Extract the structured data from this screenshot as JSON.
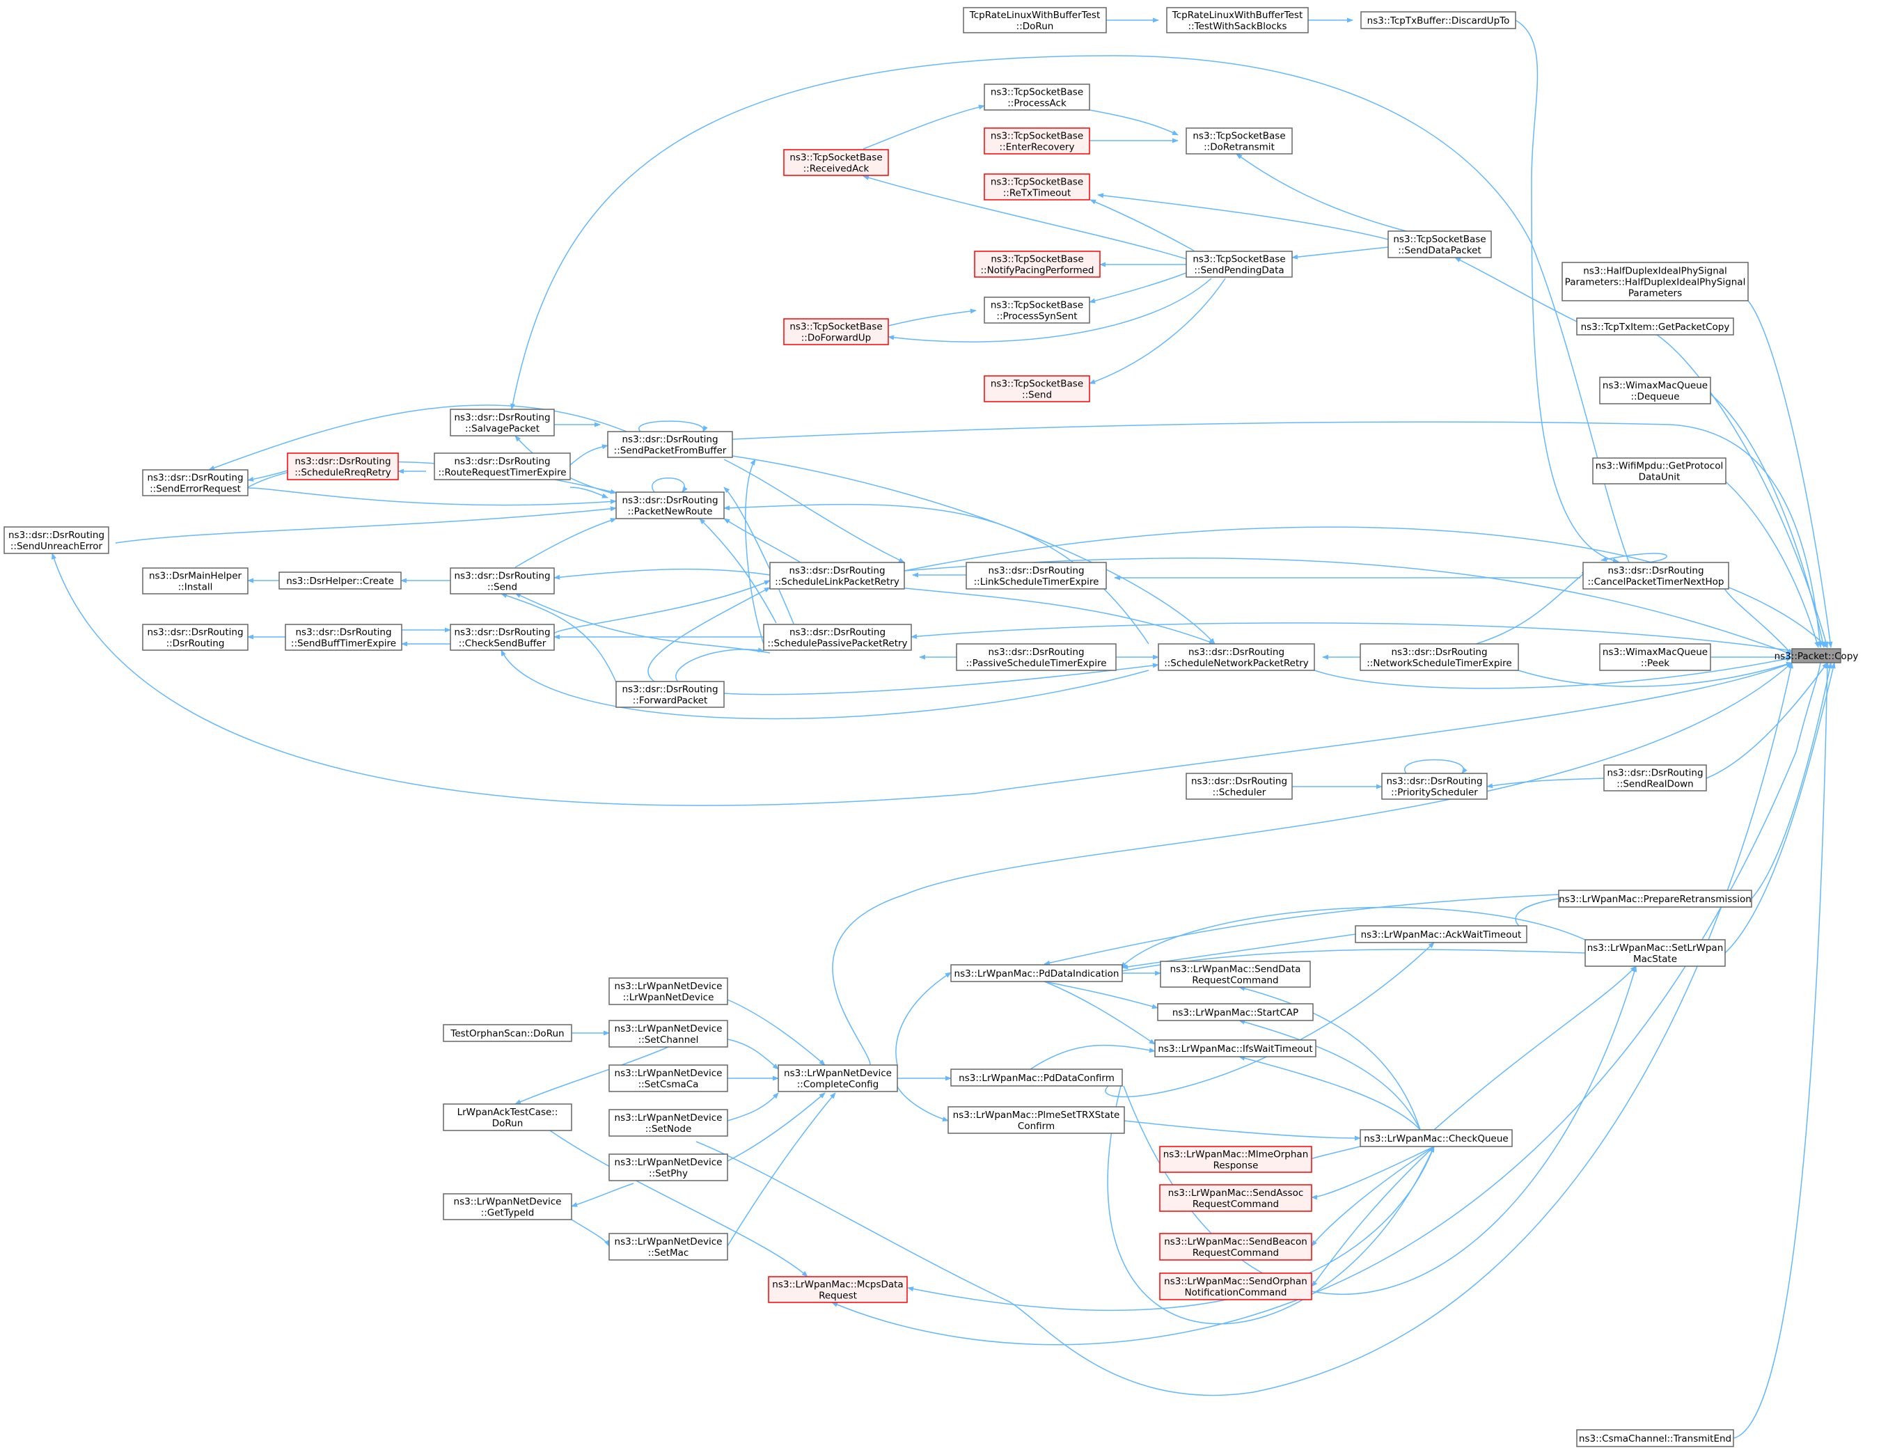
{
  "colors": {
    "edge": "#63b8ff",
    "node_border": "#666666",
    "highlight_border": "#ff0000",
    "highlight_fill": "#fff0f0",
    "root_fill": "#999999"
  },
  "nodes": [
    {
      "id": "copy",
      "lines": [
        "ns3::Packet::Copy"
      ],
      "style": "root"
    },
    {
      "id": "tcplinux_dorun",
      "lines": [
        "TcpRateLinuxWithBufferTest",
        "::DoRun"
      ],
      "style": "normal"
    },
    {
      "id": "tcplinux_sack",
      "lines": [
        "TcpRateLinuxWithBufferTest",
        "::TestWithSackBlocks"
      ],
      "style": "normal"
    },
    {
      "id": "txbuffer_discard",
      "lines": [
        "ns3::TcpTxBuffer::DiscardUpTo"
      ],
      "style": "normal"
    },
    {
      "id": "processack",
      "lines": [
        "ns3::TcpSocketBase",
        "::ProcessAck"
      ],
      "style": "normal"
    },
    {
      "id": "receivedack",
      "lines": [
        "ns3::TcpSocketBase",
        "::ReceivedAck"
      ],
      "style": "red"
    },
    {
      "id": "enterrecovery",
      "lines": [
        "ns3::TcpSocketBase",
        "::EnterRecovery"
      ],
      "style": "red"
    },
    {
      "id": "doretransmit",
      "lines": [
        "ns3::TcpSocketBase",
        "::DoRetransmit"
      ],
      "style": "normal"
    },
    {
      "id": "retxtimeout",
      "lines": [
        "ns3::TcpSocketBase",
        "::ReTxTimeout"
      ],
      "style": "red"
    },
    {
      "id": "senddatapacket",
      "lines": [
        "ns3::TcpSocketBase",
        "::SendDataPacket"
      ],
      "style": "normal"
    },
    {
      "id": "notifypacing",
      "lines": [
        "ns3::TcpSocketBase",
        "::NotifyPacingPerformed"
      ],
      "style": "red"
    },
    {
      "id": "sendpendingdata",
      "lines": [
        "ns3::TcpSocketBase",
        "::SendPendingData"
      ],
      "style": "normal"
    },
    {
      "id": "halfduplex",
      "lines": [
        "ns3::HalfDuplexIdealPhySignal",
        "Parameters::HalfDuplexIdealPhySignal",
        "Parameters"
      ],
      "style": "normal"
    },
    {
      "id": "doforwardup",
      "lines": [
        "ns3::TcpSocketBase",
        "::DoForwardUp"
      ],
      "style": "red"
    },
    {
      "id": "processsynsent",
      "lines": [
        "ns3::TcpSocketBase",
        "::ProcessSynSent"
      ],
      "style": "normal"
    },
    {
      "id": "tcptxitem",
      "lines": [
        "ns3::TcpTxItem::GetPacketCopy"
      ],
      "style": "normal"
    },
    {
      "id": "tcpsend",
      "lines": [
        "ns3::TcpSocketBase",
        "::Send"
      ],
      "style": "red"
    },
    {
      "id": "wimaxdequeue",
      "lines": [
        "ns3::WimaxMacQueue",
        "::Dequeue"
      ],
      "style": "normal"
    },
    {
      "id": "salvagepacket",
      "lines": [
        "ns3::dsr::DsrRouting",
        "::SalvagePacket"
      ],
      "style": "normal"
    },
    {
      "id": "sendpacketfrombuffer",
      "lines": [
        "ns3::dsr::DsrRouting",
        "::SendPacketFromBuffer"
      ],
      "style": "normal"
    },
    {
      "id": "wifimpdu",
      "lines": [
        "ns3::WifiMpdu::GetProtocol",
        "DataUnit"
      ],
      "style": "normal"
    },
    {
      "id": "senderrorrequest",
      "lines": [
        "ns3::dsr::DsrRouting",
        "::SendErrorRequest"
      ],
      "style": "normal"
    },
    {
      "id": "schedulereqretry",
      "lines": [
        "ns3::dsr::DsrRouting",
        "::ScheduleRreqRetry"
      ],
      "style": "red"
    },
    {
      "id": "routerequesttimer",
      "lines": [
        "ns3::dsr::DsrRouting",
        "::RouteRequestTimerExpire"
      ],
      "style": "normal"
    },
    {
      "id": "packetnewroute",
      "lines": [
        "ns3::dsr::DsrRouting",
        "::PacketNewRoute"
      ],
      "style": "normal"
    },
    {
      "id": "sendunreacherror",
      "lines": [
        "ns3::dsr::DsrRouting",
        "::SendUnreachError"
      ],
      "style": "normal"
    },
    {
      "id": "cancelpackettimer",
      "lines": [
        "ns3::dsr::DsrRouting",
        "::CancelPacketTimerNextHop"
      ],
      "style": "normal"
    },
    {
      "id": "dsrmainhelper",
      "lines": [
        "ns3::DsrMainHelper",
        "::Install"
      ],
      "style": "normal"
    },
    {
      "id": "dsrhelpercreate",
      "lines": [
        "ns3::DsrHelper::Create"
      ],
      "style": "normal"
    },
    {
      "id": "dsrsend",
      "lines": [
        "ns3::dsr::DsrRouting",
        "::Send"
      ],
      "style": "normal"
    },
    {
      "id": "schedulelinkpacket",
      "lines": [
        "ns3::dsr::DsrRouting",
        "::ScheduleLinkPacketRetry"
      ],
      "style": "normal"
    },
    {
      "id": "linkscheduletimer",
      "lines": [
        "ns3::dsr::DsrRouting",
        "::LinkScheduleTimerExpire"
      ],
      "style": "normal"
    },
    {
      "id": "dsrctor",
      "lines": [
        "ns3::dsr::DsrRouting",
        "::DsrRouting"
      ],
      "style": "normal"
    },
    {
      "id": "sendbufftimer",
      "lines": [
        "ns3::dsr::DsrRouting",
        "::SendBuffTimerExpire"
      ],
      "style": "normal"
    },
    {
      "id": "checksendbuffer",
      "lines": [
        "ns3::dsr::DsrRouting",
        "::CheckSendBuffer"
      ],
      "style": "normal"
    },
    {
      "id": "schedulepassive",
      "lines": [
        "ns3::dsr::DsrRouting",
        "::SchedulePassivePacketRetry"
      ],
      "style": "normal"
    },
    {
      "id": "schedulenetwork",
      "lines": [
        "ns3::dsr::DsrRouting",
        "::ScheduleNetworkPacketRetry"
      ],
      "style": "normal"
    },
    {
      "id": "networkscheduletimer",
      "lines": [
        "ns3::dsr::DsrRouting",
        "::NetworkScheduleTimerExpire"
      ],
      "style": "normal"
    },
    {
      "id": "wimaxpeek",
      "lines": [
        "ns3::WimaxMacQueue",
        "::Peek"
      ],
      "style": "normal"
    },
    {
      "id": "passivescheduletimer",
      "lines": [
        "ns3::dsr::DsrRouting",
        "::PassiveScheduleTimerExpire"
      ],
      "style": "normal"
    },
    {
      "id": "forwardpacket",
      "lines": [
        "ns3::dsr::DsrRouting",
        "::ForwardPacket"
      ],
      "style": "normal"
    },
    {
      "id": "scheduler",
      "lines": [
        "ns3::dsr::DsrRouting",
        "::Scheduler"
      ],
      "style": "normal"
    },
    {
      "id": "priorityscheduler",
      "lines": [
        "ns3::dsr::DsrRouting",
        "::PriorityScheduler"
      ],
      "style": "normal"
    },
    {
      "id": "sendrealdown",
      "lines": [
        "ns3::dsr::DsrRouting",
        "::SendRealDown"
      ],
      "style": "normal"
    },
    {
      "id": "prepareretransmission",
      "lines": [
        "ns3::LrWpanMac::PrepareRetransmission"
      ],
      "style": "normal"
    },
    {
      "id": "ackwaittimeout",
      "lines": [
        "ns3::LrWpanMac::AckWaitTimeout"
      ],
      "style": "normal"
    },
    {
      "id": "setlrwpanmacstate",
      "lines": [
        "ns3::LrWpanMac::SetLrWpan",
        "MacState"
      ],
      "style": "normal"
    },
    {
      "id": "pddataindication",
      "lines": [
        "ns3::LrWpanMac::PdDataIndication"
      ],
      "style": "normal"
    },
    {
      "id": "senddatarequestcmd",
      "lines": [
        "ns3::LrWpanMac::SendData",
        "RequestCommand"
      ],
      "style": "normal"
    },
    {
      "id": "lrnd_ctor",
      "lines": [
        "ns3::LrWpanNetDevice",
        "::LrWpanNetDevice"
      ],
      "style": "normal"
    },
    {
      "id": "startcap",
      "lines": [
        "ns3::LrWpanMac::StartCAP"
      ],
      "style": "normal"
    },
    {
      "id": "testorphan",
      "lines": [
        "TestOrphanScan::DoRun"
      ],
      "style": "normal"
    },
    {
      "id": "setchannel",
      "lines": [
        "ns3::LrWpanNetDevice",
        "::SetChannel"
      ],
      "style": "normal"
    },
    {
      "id": "ifswaittimeout",
      "lines": [
        "ns3::LrWpanMac::IfsWaitTimeout"
      ],
      "style": "normal"
    },
    {
      "id": "setcsmaca",
      "lines": [
        "ns3::LrWpanNetDevice",
        "::SetCsmaCa"
      ],
      "style": "normal"
    },
    {
      "id": "completeconfig",
      "lines": [
        "ns3::LrWpanNetDevice",
        "::CompleteConfig"
      ],
      "style": "normal"
    },
    {
      "id": "pddataconfirm",
      "lines": [
        "ns3::LrWpanMac::PdDataConfirm"
      ],
      "style": "normal"
    },
    {
      "id": "lrwpanacktest",
      "lines": [
        "LrWpanAckTestCase::",
        "DoRun"
      ],
      "style": "normal"
    },
    {
      "id": "setnode",
      "lines": [
        "ns3::LrWpanNetDevice",
        "::SetNode"
      ],
      "style": "normal"
    },
    {
      "id": "plmesettrx",
      "lines": [
        "ns3::LrWpanMac::PlmeSetTRXState",
        "Confirm"
      ],
      "style": "normal"
    },
    {
      "id": "checkqueue",
      "lines": [
        "ns3::LrWpanMac::CheckQueue"
      ],
      "style": "normal"
    },
    {
      "id": "setphy",
      "lines": [
        "ns3::LrWpanNetDevice",
        "::SetPhy"
      ],
      "style": "normal"
    },
    {
      "id": "mlmeorphan",
      "lines": [
        "ns3::LrWpanMac::MlmeOrphan",
        "Response"
      ],
      "style": "red"
    },
    {
      "id": "gettypeid",
      "lines": [
        "ns3::LrWpanNetDevice",
        "::GetTypeId"
      ],
      "style": "normal"
    },
    {
      "id": "sendassoc",
      "lines": [
        "ns3::LrWpanMac::SendAssoc",
        "RequestCommand"
      ],
      "style": "red"
    },
    {
      "id": "setmac",
      "lines": [
        "ns3::LrWpanNetDevice",
        "::SetMac"
      ],
      "style": "normal"
    },
    {
      "id": "sendbeacon",
      "lines": [
        "ns3::LrWpanMac::SendBeacon",
        "RequestCommand"
      ],
      "style": "red"
    },
    {
      "id": "mcpsdatarequest",
      "lines": [
        "ns3::LrWpanMac::McpsData",
        "Request"
      ],
      "style": "red"
    },
    {
      "id": "sendorphan",
      "lines": [
        "ns3::LrWpanMac::SendOrphan",
        "NotificationCommand"
      ],
      "style": "red"
    },
    {
      "id": "transmitend",
      "lines": [
        "ns3::CsmaChannel::TransmitEnd"
      ],
      "style": "normal"
    }
  ]
}
